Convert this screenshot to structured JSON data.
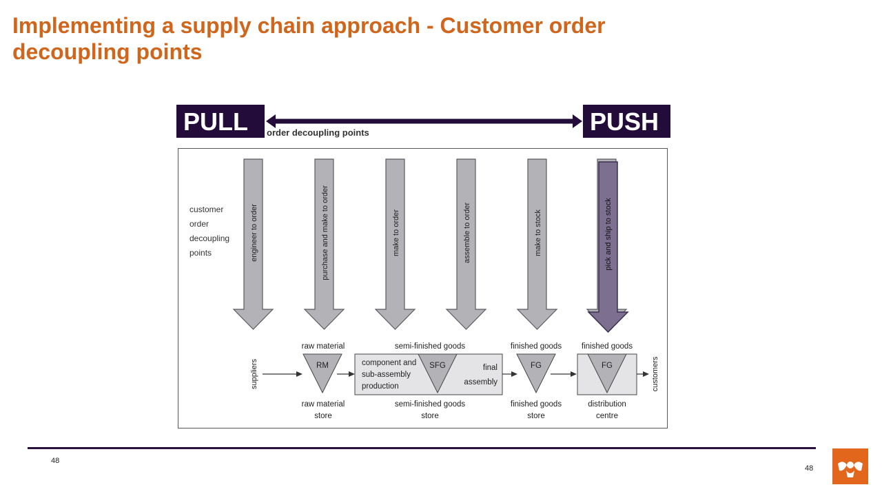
{
  "slide": {
    "title": "Implementing a supply chain approach - Customer order decoupling points",
    "page_number_left": "48",
    "page_number_right": "48"
  },
  "diagram": {
    "pull_label": "PULL",
    "push_label": "PUSH",
    "caption": "order decoupling points",
    "side_label": [
      "customer",
      "order",
      "decoupling",
      "points"
    ],
    "arrows": [
      "engineer to order",
      "purchase and make to order",
      "make to order",
      "assemble to order",
      "make to stock",
      "pick and ship to stock"
    ],
    "flow": {
      "start": "suppliers",
      "end": "customers",
      "rm": {
        "top": "raw material",
        "code": "RM",
        "bottom": [
          "raw material",
          "store"
        ]
      },
      "sfg": {
        "top": "semi-finished goods",
        "code": "SFG",
        "left": [
          "component and",
          "sub-assembly",
          "production"
        ],
        "right": [
          "final",
          "assembly"
        ],
        "bottom": [
          "semi-finished goods",
          "store"
        ]
      },
      "fg1": {
        "top": "finished goods",
        "code": "FG",
        "bottom": [
          "finished goods",
          "store"
        ]
      },
      "fg2": {
        "top": "finished goods",
        "code": "FG",
        "bottom": [
          "distribution",
          "centre"
        ]
      }
    }
  },
  "colors": {
    "title": "#d0661c",
    "tag_bg": "#240c3a",
    "arrow_grey": "#b3b3b7",
    "arrow_highlight": "#7d6f8f",
    "logo": "#e2661b"
  }
}
